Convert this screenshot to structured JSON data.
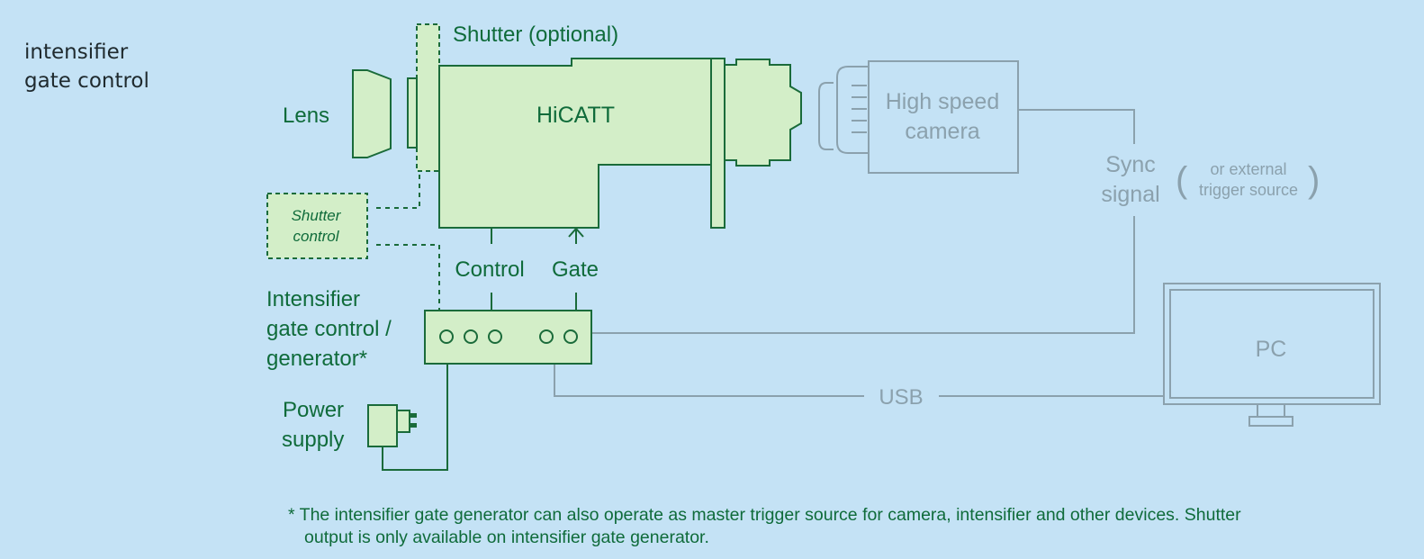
{
  "title": {
    "line1": "intensifier",
    "line2": "gate control"
  },
  "labels": {
    "shutter_optional": "Shutter (optional)",
    "lens": "Lens",
    "hicatt": "HiCATT",
    "shutter_control_line1": "Shutter",
    "shutter_control_line2": "control",
    "control": "Control",
    "gate": "Gate",
    "generator_line1": "Intensifier",
    "generator_line2": "gate control /",
    "generator_line3": "generator*",
    "power_line1": "Power",
    "power_line2": "supply",
    "camera_line1": "High speed",
    "camera_line2": "camera",
    "sync_line1": "Sync",
    "sync_line2": "signal",
    "paren_open": "(",
    "paren_close": ")",
    "external_line1": "or external",
    "external_line2": "trigger source",
    "usb": "USB",
    "pc": "PC"
  },
  "footnote": {
    "line1": "* The intensifier gate generator can also operate as master trigger source for camera, intensifier and other devices. Shutter",
    "line2": "output is only available on intensifier gate generator."
  },
  "colors": {
    "background": "#c4e2f5",
    "green_stroke": "#1a6b3a",
    "green_fill": "#d3eec8",
    "green_text": "#0f6b3a",
    "blue_gray": "#8ba1ad"
  }
}
